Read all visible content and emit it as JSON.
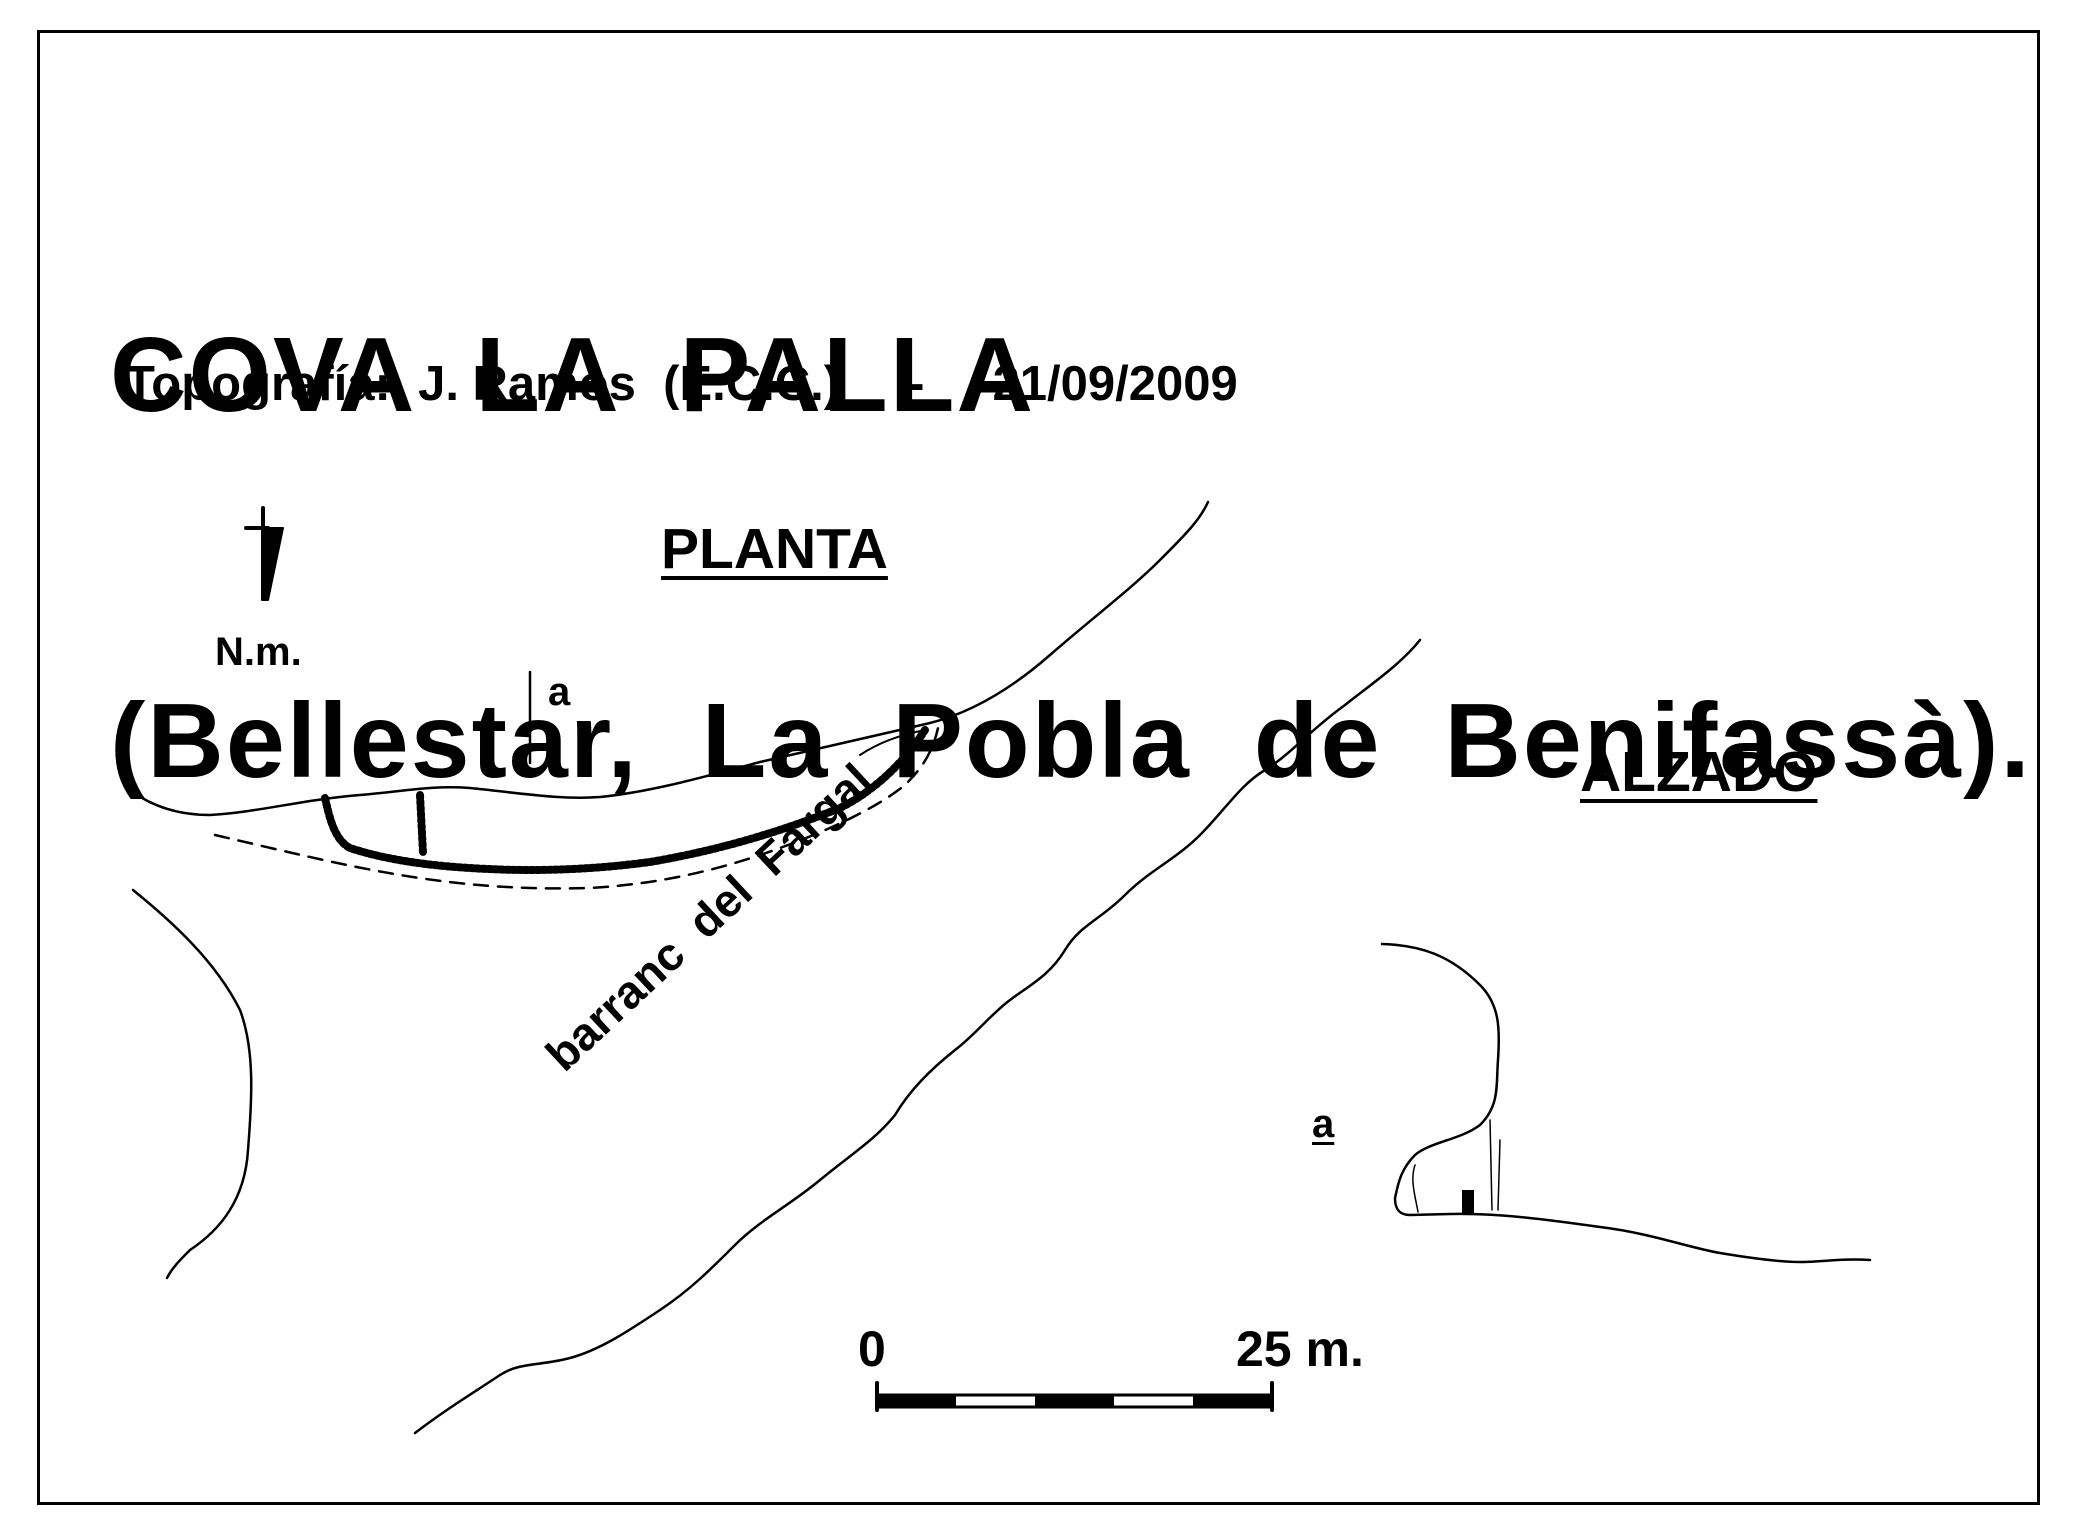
{
  "title": {
    "line1": "COVA  LA  PALLA",
    "line2": "(Bellestar,  La  Pobla  de  Benifassà)."
  },
  "credit": "Topografía:  J. Ramos  (E.C.C.)     -     21/09/2009",
  "plan": {
    "heading": "PLANTA",
    "north_label": "N.m.",
    "section_marker": "a",
    "river_label": "barranc  del  Fargal"
  },
  "elevation": {
    "heading": "ALZADO",
    "section_marker": "a"
  },
  "scale_bar": {
    "start_label": "0",
    "end_label": "25 m."
  }
}
